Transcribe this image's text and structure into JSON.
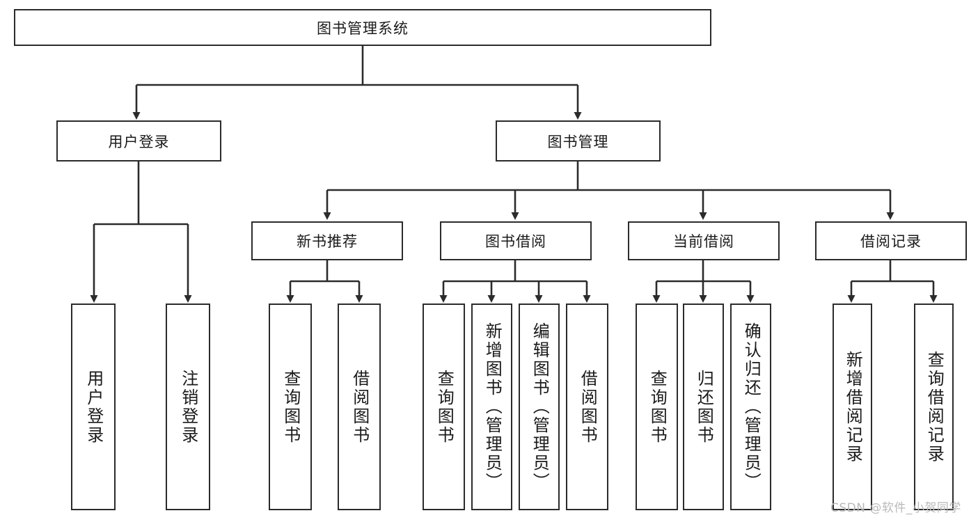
{
  "diagram": {
    "type": "hierarchy-tree",
    "title": "图书管理系统",
    "watermark": "CSDN @软件_小贺同学",
    "colors": {
      "stroke": "#2b2b2b",
      "fill": "#ffffff",
      "text": "#1a1a1a",
      "watermark": "#b9b9b9"
    },
    "nodes": {
      "root": {
        "label": "图书管理系统"
      },
      "level2": [
        {
          "id": "user-login",
          "label": "用户登录"
        },
        {
          "id": "book-manage",
          "label": "图书管理"
        }
      ],
      "level3": [
        {
          "id": "new-book-recommend",
          "label": "新书推荐"
        },
        {
          "id": "book-borrow",
          "label": "图书借阅"
        },
        {
          "id": "current-borrow",
          "label": "当前借阅"
        },
        {
          "id": "borrow-record",
          "label": "借阅记录"
        }
      ],
      "leaves": {
        "user-login": [
          {
            "id": "leaf-user-login",
            "label": "用户登录"
          },
          {
            "id": "leaf-logout-login",
            "label": "注销登录"
          }
        ],
        "new-book-recommend": [
          {
            "id": "leaf-query-book-1",
            "label": "查询图书"
          },
          {
            "id": "leaf-borrow-book-1",
            "label": "借阅图书"
          }
        ],
        "book-borrow": [
          {
            "id": "leaf-query-book-2",
            "label": "查询图书"
          },
          {
            "id": "leaf-add-book-admin",
            "label": "新增图书（管理员）"
          },
          {
            "id": "leaf-edit-book-admin",
            "label": "编辑图书（管理员）"
          },
          {
            "id": "leaf-borrow-book-2",
            "label": "借阅图书"
          }
        ],
        "current-borrow": [
          {
            "id": "leaf-query-book-3",
            "label": "查询图书"
          },
          {
            "id": "leaf-return-book",
            "label": "归还图书"
          },
          {
            "id": "leaf-confirm-return-admin",
            "label": "确认归还（管理员）"
          }
        ],
        "borrow-record": [
          {
            "id": "leaf-add-borrow-record",
            "label": "新增借阅记录"
          },
          {
            "id": "leaf-query-borrow-record",
            "label": "查询借阅记录"
          }
        ]
      }
    }
  }
}
